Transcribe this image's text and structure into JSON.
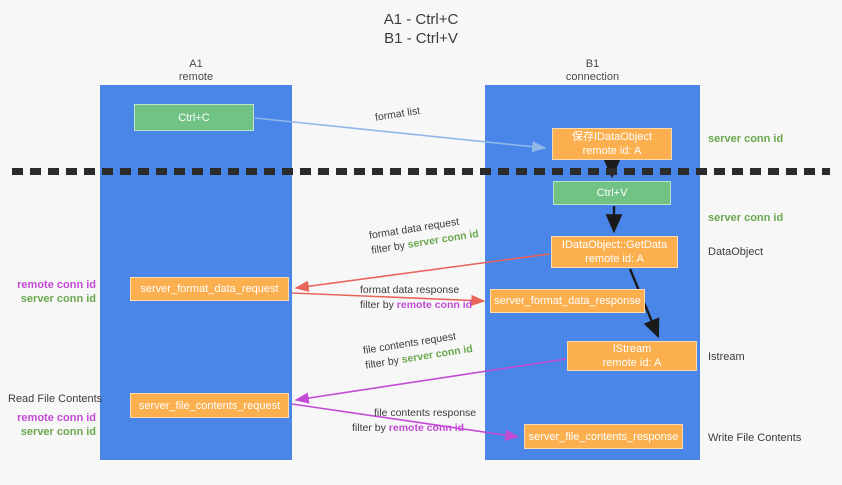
{
  "title": {
    "line1": "A1 - Ctrl+C",
    "line2": "B1 - Ctrl+V"
  },
  "columns": [
    {
      "name": "A1",
      "subtitle": "remote"
    },
    {
      "name": "B1",
      "subtitle": "connection"
    }
  ],
  "colors": {
    "lane": "#4a86e8",
    "green_box": "#71c285",
    "orange_box": "#fbaf4f",
    "server_conn_id": "#6aa84f",
    "remote_conn_id": "#c24bd4",
    "arrow_blue": "#8fb8e8",
    "arrow_red": "#e8645a",
    "arrow_magenta": "#c24bd4",
    "arrow_black": "#1a1a1a",
    "divider": "#2b2b2b",
    "background": "#f7f7f7"
  },
  "boxes": {
    "ctrl_c": {
      "label": "Ctrl+C",
      "kind": "green"
    },
    "idataobject": {
      "line1": "保存IDataObject",
      "line2": "remote id: A",
      "kind": "orange"
    },
    "ctrl_v": {
      "label": "Ctrl+V",
      "kind": "green"
    },
    "getdata": {
      "line1": "IDataObject::GetData",
      "line2": "remote id: A",
      "kind": "orange"
    },
    "istream": {
      "line1": "IStream",
      "line2": "remote id: A",
      "kind": "orange"
    },
    "server_format_data_request": {
      "label": "server_format_data_request",
      "kind": "orange"
    },
    "server_format_data_response": {
      "label": "server_format_data_response",
      "kind": "orange"
    },
    "server_file_contents_request": {
      "label": "server_file_contents_request",
      "kind": "orange"
    },
    "server_file_contents_response": {
      "label": "server_file_contents_response",
      "kind": "orange"
    }
  },
  "flows": {
    "format_list": {
      "line1": "format list"
    },
    "format_data_request": {
      "line1": "format data request",
      "filter_prefix": "filter by ",
      "filter_key": "server conn id"
    },
    "format_data_response": {
      "line1": "format data response",
      "filter_prefix": "filter by ",
      "filter_key": "remote conn id"
    },
    "file_contents_request": {
      "line1": "file contents request",
      "filter_prefix": "filter by ",
      "filter_key": "server conn id"
    },
    "file_contents_response": {
      "line1": "file contents response",
      "filter_prefix": "filter by ",
      "filter_key": "remote conn id"
    }
  },
  "notes": {
    "right": {
      "server_conn_id_top": "server conn id",
      "server_conn_id_second": "server conn id",
      "dataobject": "DataObject",
      "istream": "Istream",
      "write_file_contents": "Write File Contents"
    },
    "left": {
      "remote_conn_id_1": "remote conn id",
      "server_conn_id_1": "server conn id",
      "read_file_contents": "Read File Contents",
      "remote_conn_id_2": "remote conn id",
      "server_conn_id_2": "server conn id"
    }
  }
}
